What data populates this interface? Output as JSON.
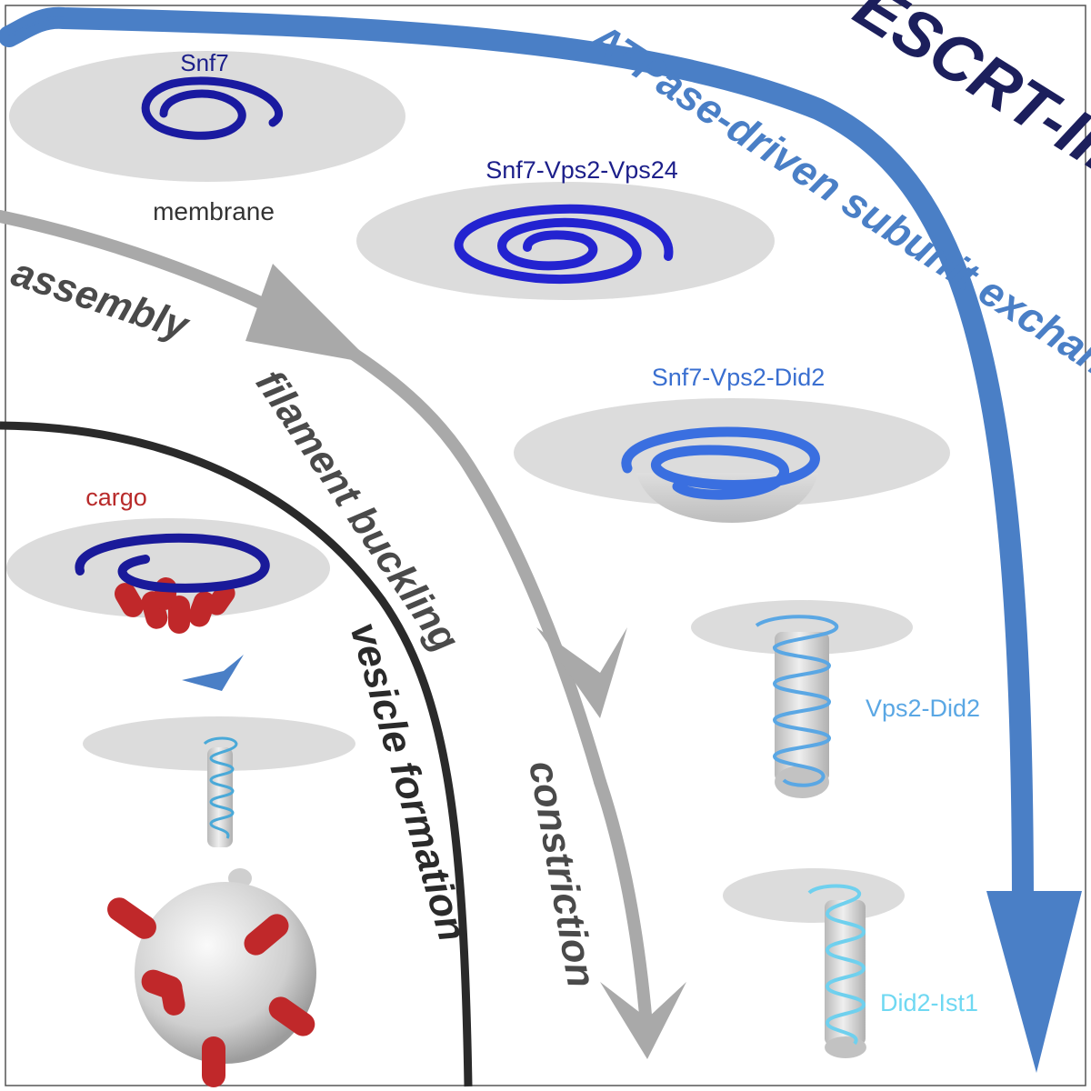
{
  "title": "ESCRT-III",
  "arrows": {
    "exchange": "ATPase-driven subunit exchange",
    "assembly": "assembly",
    "buckling": "filament buckling",
    "constriction": "constriction",
    "vesicle": "vesicle formation"
  },
  "labels": {
    "snf7": "Snf7",
    "membrane": "membrane",
    "snf7_vps2_vps24": "Snf7-Vps2-Vps24",
    "snf7_vps2_did2": "Snf7-Vps2-Did2",
    "vps2_did2": "Vps2-Did2",
    "did2_ist1": "Did2-Ist1",
    "cargo": "cargo"
  },
  "colors": {
    "title": "#1c1f5c",
    "exchange_arrow": "#4a7fc6",
    "grey_arrow": "#a9a9a9",
    "black_arrow": "#2a2a2a",
    "membrane": "#dcdcdc",
    "snf7_spiral": "#1a1aa0",
    "vps24_spiral": "#2323d0",
    "did2_spiral": "#3a6fe0",
    "vps2_did2_spiral": "#5aa7e4",
    "ist1_spiral": "#6fd0ee",
    "cargo": "#c0282a"
  }
}
